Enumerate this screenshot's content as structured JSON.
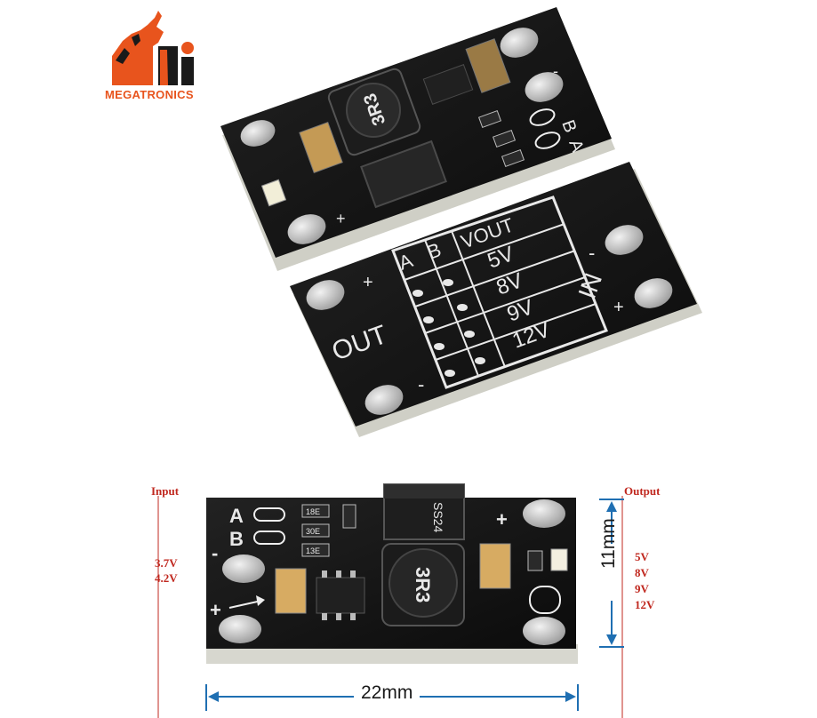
{
  "logo": {
    "brand": "MEGATRONICS",
    "mark": "Mi"
  },
  "colors": {
    "pcb": "#141414",
    "pcb_edge": "#d9d9d2",
    "pad": "#c9c9c9",
    "silkscreen": "#eeeeee",
    "dimension": "#1f6fb2",
    "label_red": "#c0281f",
    "logo_orange": "#e8541d"
  },
  "back_board": {
    "table_headers": [
      "A",
      "B",
      "VOUT"
    ],
    "table_rows": [
      "5V",
      "8V",
      "9V",
      "12V"
    ],
    "label_out": "OUT",
    "label_in": "IN",
    "plus": "+",
    "minus": "-"
  },
  "front_board_top": {
    "label_a": "A",
    "label_b": "B",
    "inductor_marking": "3R3",
    "plus": "+",
    "minus": "-"
  },
  "bottom_board": {
    "diode_marking": "SS24",
    "inductor_marking": "3R3",
    "label_a": "A",
    "label_b": "B",
    "resistor_markings": [
      "18E",
      "30E",
      "13E"
    ],
    "plus": "+",
    "minus": "-"
  },
  "annotations": {
    "input_label": "Input",
    "input_voltages": [
      "3.7V",
      "4.2V"
    ],
    "output_label": "Output",
    "output_voltages": [
      "5V",
      "8V",
      "9V",
      "12V"
    ],
    "width_dimension": "22mm",
    "height_dimension": "11mm"
  }
}
